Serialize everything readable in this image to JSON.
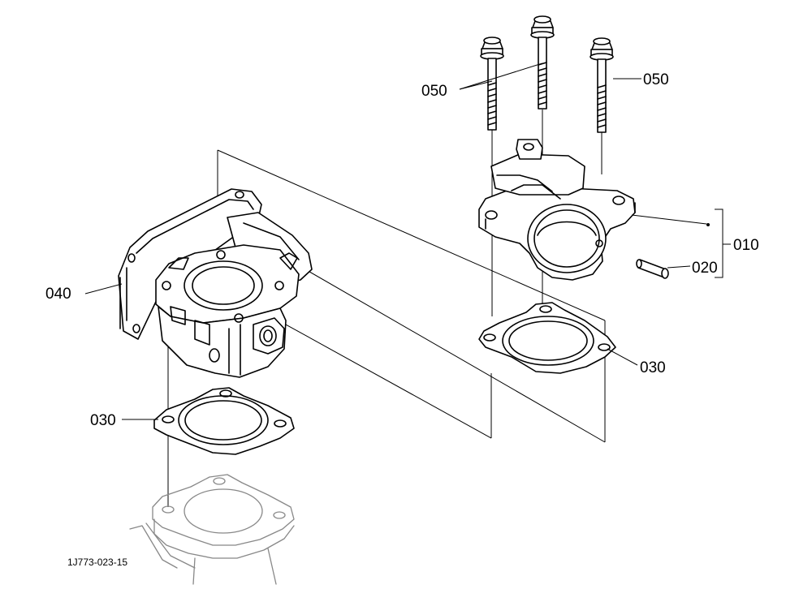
{
  "labels": {
    "p010": "010",
    "p020": "020",
    "p030_left": "030",
    "p030_right": "030",
    "p040": "040",
    "p050_left": "050",
    "p050_right": "050"
  },
  "drawing_code": "1J773-023-15"
}
